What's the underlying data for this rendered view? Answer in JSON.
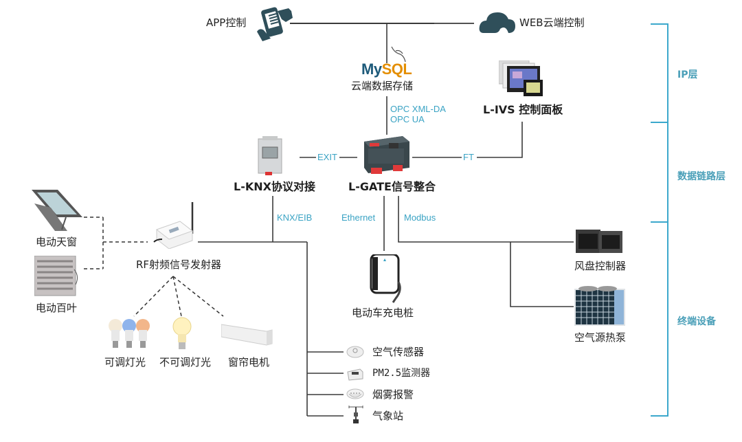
{
  "colors": {
    "line": "#3a3a3a",
    "accent": "#3aa3c4",
    "bracket": "#3ba8cc",
    "icon_dark": "#2f4f5a"
  },
  "ip_layer": {
    "app": {
      "label": "APP控制",
      "icon": "hand-phone-icon"
    },
    "web": {
      "label": "WEB云端控制",
      "icon": "cloud-icon"
    },
    "mysql": {
      "logo_my": "My",
      "logo_sql": "SQL",
      "label": "云端数据存储",
      "icon": "mysql-dolphin-icon"
    },
    "ivs": {
      "label": "L-IVS 控制面板",
      "icon": "touch-panel-icon"
    }
  },
  "datalink_layer": {
    "knx": {
      "label": "L-KNX协议对接",
      "icon": "din-rail-module-icon"
    },
    "gate": {
      "label": "L-GATE信号整合",
      "icon": "gateway-device-icon"
    }
  },
  "protocols": {
    "opc_line1": "OPC XML-DA",
    "opc_line2": "OPC UA",
    "exit": "EXIT",
    "ft": "FT",
    "knx_eib": "KNX/EIB",
    "ethernet": "Ethernet",
    "modbus": "Modbus"
  },
  "terminal": {
    "rf": {
      "label": "RF射频信号发射器",
      "icon": "rf-transmitter-icon"
    },
    "skylight": {
      "label": "电动天窗",
      "icon": "skylight-icon"
    },
    "louver": {
      "label": "电动百叶",
      "icon": "louver-icon"
    },
    "dimmable": {
      "label": "可调灯光",
      "icon": "color-bulbs-icon"
    },
    "non_dimmable": {
      "label": "不可调灯光",
      "icon": "bulb-icon"
    },
    "curtain_motor": {
      "label": "窗帘电机",
      "icon": "curtain-motor-icon"
    },
    "ev_charger": {
      "label": "电动车充电桩",
      "icon": "ev-charger-icon"
    },
    "fan_coil": {
      "label": "风盘控制器",
      "icon": "fan-coil-controller-icon"
    },
    "heat_pump": {
      "label": "空气源热泵",
      "icon": "heat-pump-icon"
    },
    "sensors": [
      {
        "label": "空气传感器",
        "icon": "air-sensor-icon"
      },
      {
        "label": "PM2.5监测器",
        "icon": "pm25-monitor-icon"
      },
      {
        "label": "烟雾报警",
        "icon": "smoke-alarm-icon"
      },
      {
        "label": "气象站",
        "icon": "weather-station-icon"
      }
    ]
  },
  "layers": [
    {
      "label": "IP层"
    },
    {
      "label": "数据链路层"
    },
    {
      "label": "终端设备"
    }
  ]
}
